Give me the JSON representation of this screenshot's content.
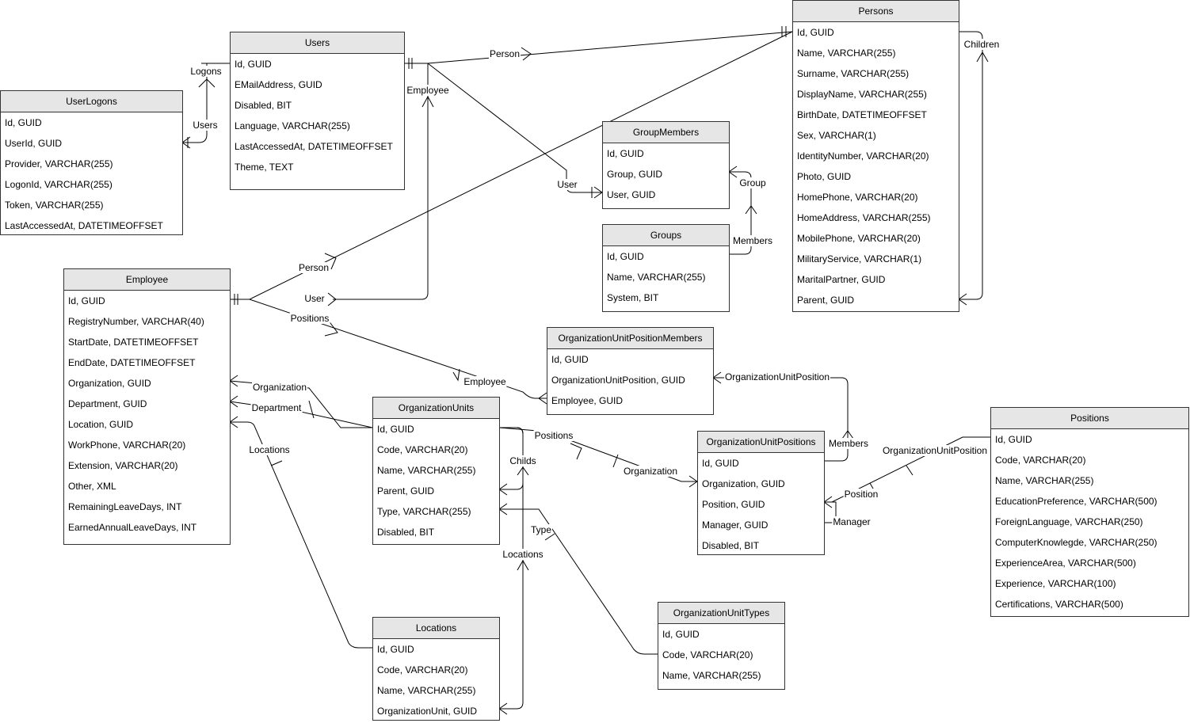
{
  "entities": {
    "users": {
      "title": "Users",
      "fields": [
        "Id, GUID",
        "EMailAddress, GUID",
        "Disabled, BIT",
        "Language, VARCHAR(255)",
        "LastAccessedAt, DATETIMEOFFSET",
        "Theme, TEXT"
      ]
    },
    "userlogons": {
      "title": "UserLogons",
      "fields": [
        "Id, GUID",
        "UserId, GUID",
        "Provider, VARCHAR(255)",
        "LogonId, VARCHAR(255)",
        "Token, VARCHAR(255)",
        "LastAccessedAt, DATETIMEOFFSET"
      ]
    },
    "persons": {
      "title": "Persons",
      "fields": [
        "Id, GUID",
        "Name, VARCHAR(255)",
        "Surname, VARCHAR(255)",
        "DisplayName, VARCHAR(255)",
        "BirthDate, DATETIMEOFFSET",
        "Sex, VARCHAR(1)",
        "IdentityNumber, VARCHAR(20)",
        "Photo, GUID",
        "HomePhone, VARCHAR(20)",
        "HomeAddress, VARCHAR(255)",
        "MobilePhone, VARCHAR(20)",
        "MilitaryService, VARCHAR(1)",
        "MaritalPartner, GUID",
        "Parent, GUID"
      ]
    },
    "groupmembers": {
      "title": "GroupMembers",
      "fields": [
        "Id, GUID",
        "Group, GUID",
        "User, GUID"
      ]
    },
    "groups": {
      "title": "Groups",
      "fields": [
        "Id, GUID",
        "Name, VARCHAR(255)",
        "System, BIT"
      ]
    },
    "employee": {
      "title": "Employee",
      "fields": [
        "Id, GUID",
        "RegistryNumber, VARCHAR(40)",
        "StartDate, DATETIMEOFFSET",
        "EndDate, DATETIMEOFFSET",
        "Organization, GUID",
        "Department, GUID",
        "Location, GUID",
        "WorkPhone, VARCHAR(20)",
        "Extension, VARCHAR(20)",
        "Other, XML",
        "RemainingLeaveDays, INT",
        "EarnedAnnualLeaveDays, INT"
      ]
    },
    "oupm": {
      "title": "OrganizationUnitPositionMembers",
      "fields": [
        "Id, GUID",
        "OrganizationUnitPosition, GUID",
        "Employee, GUID"
      ]
    },
    "orgunits": {
      "title": "OrganizationUnits",
      "fields": [
        "Id, GUID",
        "Code, VARCHAR(20)",
        "Name, VARCHAR(255)",
        "Parent, GUID",
        "Type, VARCHAR(255)",
        "Disabled, BIT"
      ]
    },
    "oupositions": {
      "title": "OrganizationUnitPositions",
      "fields": [
        "Id, GUID",
        "Organization, GUID",
        "Position, GUID",
        "Manager, GUID",
        "Disabled, BIT"
      ]
    },
    "positions": {
      "title": "Positions",
      "fields": [
        "Id, GUID",
        "Code, VARCHAR(20)",
        "Name, VARCHAR(255)",
        "EducationPreference, VARCHAR(500)",
        "ForeignLanguage, VARCHAR(250)",
        "ComputerKnowlegde, VARCHAR(250)",
        "ExperienceArea, VARCHAR(500)",
        "Experience, VARCHAR(100)",
        "Certifications, VARCHAR(500)"
      ]
    },
    "locations": {
      "title": "Locations",
      "fields": [
        "Id, GUID",
        "Code, VARCHAR(20)",
        "Name, VARCHAR(255)",
        "OrganizationUnit, GUID"
      ]
    },
    "outypes": {
      "title": "OrganizationUnitTypes",
      "fields": [
        "Id, GUID",
        "Code, VARCHAR(20)",
        "Name, VARCHAR(255)"
      ]
    }
  },
  "relations": {
    "logons": "Logons",
    "users": "Users",
    "person_user": "Person",
    "employee_user": "Employee",
    "children": "Children",
    "user_gm": "User",
    "group": "Group",
    "members": "Members",
    "person_emp": "Person",
    "user_emp": "User",
    "positions_emp": "Positions",
    "employee_oupm": "Employee",
    "organization_emp": "Organization",
    "department": "Department",
    "locations_emp": "Locations",
    "oup_oupm": "OrganizationUnitPosition",
    "members_oupm": "Members",
    "oup_positions": "OrganizationUnitPosition",
    "position": "Position",
    "manager": "Manager",
    "positions_ou": "Positions",
    "organization_oup": "Organization",
    "childs": "Childs",
    "type": "Type",
    "locations_ou": "Locations"
  }
}
